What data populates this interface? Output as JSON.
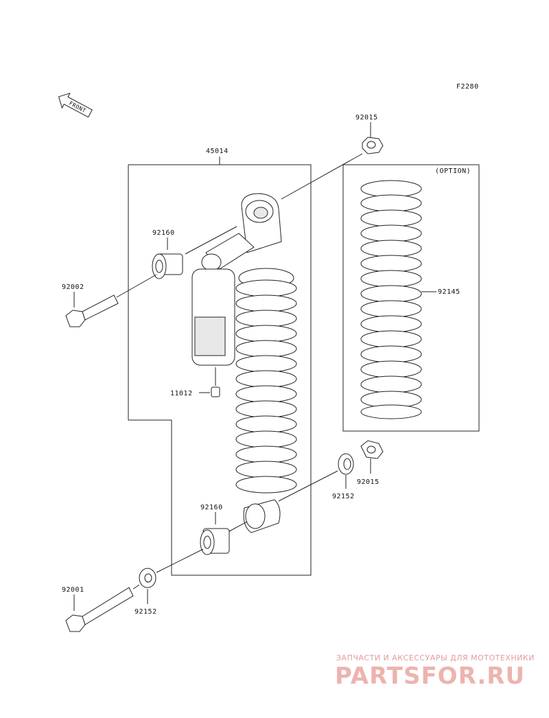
{
  "figure_code": "F2280",
  "front_label": "FRONT",
  "option_label": "(OPTION)",
  "parts": {
    "shock_assembly": "45014",
    "spring_option": "92145",
    "nut_top": "92015",
    "nut_bottom": "92015",
    "collar_upper": "92160",
    "collar_lower": "92160",
    "bolt_upper": "92002",
    "bolt_lower": "92001",
    "valve_cap": "11012",
    "washer_right": "92152",
    "washer_left": "92152"
  },
  "watermark": {
    "tagline": "ЗАПЧАСТИ И АКСЕССУАРЫ ДЛЯ МОТОТЕХНИКИ",
    "brand": "PARTSFOR.RU"
  }
}
